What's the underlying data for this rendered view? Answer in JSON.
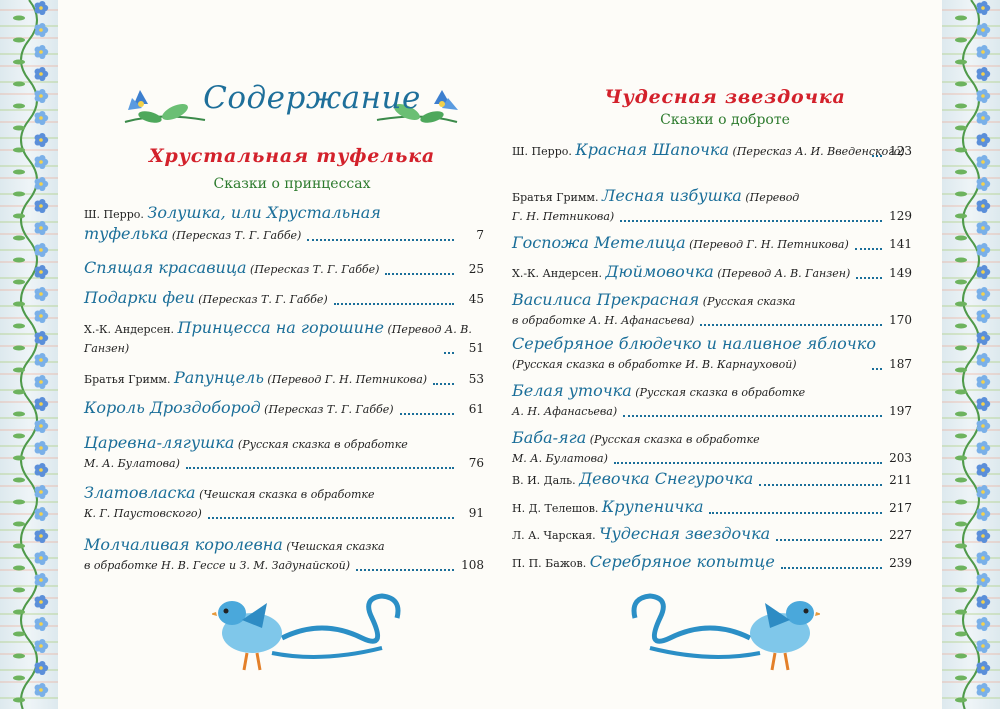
{
  "contents_title": "Содержание",
  "left": {
    "section_title": "Хрустальная туфелька",
    "section_subtitle": "Сказки о принцессах",
    "entries": [
      {
        "author": "Ш. Перро.",
        "title": "Золушка, или Хрустальная",
        "title2": "туфелька",
        "note": "(Пересказ Т. Г. Габбе)",
        "page": "7"
      },
      {
        "author": "",
        "title": "Спящая красавица",
        "note": "(Пересказ Т. Г. Габбе)",
        "page": "25"
      },
      {
        "author": "",
        "title": "Подарки феи",
        "note": "(Пересказ Т. Г. Габбе)",
        "page": "45"
      },
      {
        "author": "Х.-К. Андерсен.",
        "title": "Принцесса на горошине",
        "note": "(Перевод А. В. Ганзен)",
        "page": "51"
      },
      {
        "author": "Братья Гримм.",
        "title": "Рапунцель",
        "note": "(Перевод Г. Н. Петникова)",
        "page": "53"
      },
      {
        "author": "",
        "title": "Король Дроздобород",
        "note": "(Пересказ Т. Г. Габбе)",
        "page": "61"
      },
      {
        "author": "",
        "title": "Царевна-лягушка",
        "note": "(Русская сказка в обработке",
        "note2": "М. А. Булатова)",
        "page": "76"
      },
      {
        "author": "",
        "title": "Златовласка",
        "note": "(Чешская сказка в обработке",
        "note2": "К. Г. Паустовского)",
        "page": "91"
      },
      {
        "author": "",
        "title": "Молчаливая королевна",
        "note": "(Чешская сказка",
        "note2": "в обработке Н. В. Гессе и З. М. Задунайской)",
        "page": "108"
      }
    ]
  },
  "right": {
    "section_title": "Чудесная звездочка",
    "section_subtitle": "Сказки о доброте",
    "entries": [
      {
        "author": "Ш. Перро.",
        "title": "Красная Шапочка",
        "note": "(Пересказ А. И. Введенского)",
        "page": "123"
      },
      {
        "author": "Братья Гримм.",
        "title": "Лесная избушка",
        "note": "(Перевод",
        "note2": "Г. Н. Петникова)",
        "page": "129"
      },
      {
        "author": "",
        "title": "Госпожа Метелица",
        "note": "(Перевод Г. Н. Петникова)",
        "page": "141"
      },
      {
        "author": "Х.-К. Андерсен.",
        "title": "Дюймовочка",
        "note": "(Перевод А. В. Ганзен)",
        "page": "149"
      },
      {
        "author": "",
        "title": "Василиса Прекрасная",
        "note": "(Русская сказка",
        "note2": "в обработке А. Н. Афанасьева)",
        "page": "170"
      },
      {
        "author": "",
        "title": "Серебряное блюдечко и наливное яблочко",
        "note": "(Русская сказка  в обработке И. В. Карнауховой)",
        "page": "187"
      },
      {
        "author": "",
        "title": "Белая уточка",
        "note": "(Русская сказка в обработке",
        "note2": "А. Н. Афанасьева)",
        "page": "197"
      },
      {
        "author": "",
        "title": "Баба-яга",
        "note": "(Русская сказка в обработке",
        "note2": "М. А. Булатова)",
        "page": "203"
      },
      {
        "author": "В. И. Даль.",
        "title": "Девочка Снегурочка",
        "note": "",
        "page": "211"
      },
      {
        "author": "Н. Д. Телешов.",
        "title": "Крупеничка",
        "note": "",
        "page": "217"
      },
      {
        "author": "Л. А. Чарская.",
        "title": "Чудесная звездочка",
        "note": "",
        "page": "227"
      },
      {
        "author": "П. П. Бажов.",
        "title": "Серебряное копытце",
        "note": "",
        "page": "239"
      }
    ]
  }
}
